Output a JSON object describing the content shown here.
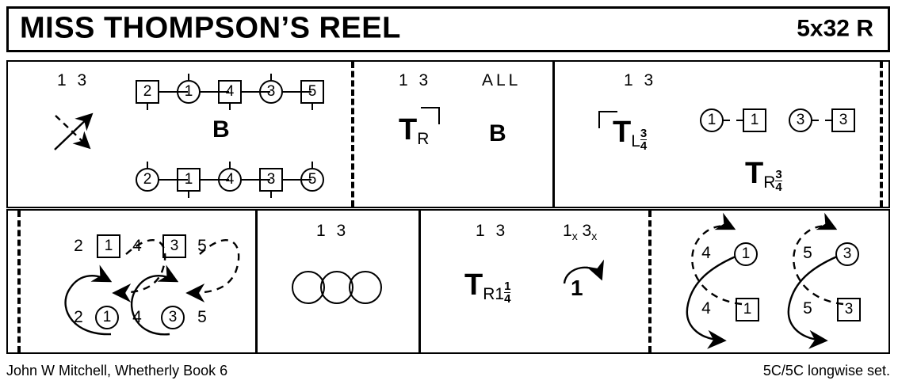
{
  "header": {
    "title": "MISS THOMPSON’S REEL",
    "meta": "5x32 R"
  },
  "footer": {
    "left": "John W Mitchell, Whetherly Book 6",
    "right": "5C/5C longwise set."
  },
  "bars": [
    {
      "id": "bar-1-1",
      "cue": "1 3",
      "symbols": [
        "cross-arrows",
        "B"
      ],
      "b_label": "B",
      "top_line": [
        {
          "shape": "square",
          "label": "2",
          "tick": "down"
        },
        {
          "shape": "circle",
          "label": "1",
          "tick": "up"
        },
        {
          "shape": "square",
          "label": "4",
          "tick": "down"
        },
        {
          "shape": "circle",
          "label": "3",
          "tick": "up"
        },
        {
          "shape": "square",
          "label": "5",
          "tick": "down"
        }
      ],
      "bottom_line": [
        {
          "shape": "circle",
          "label": "2",
          "tick": "up"
        },
        {
          "shape": "square",
          "label": "1",
          "tick": "down"
        },
        {
          "shape": "circle",
          "label": "4",
          "tick": "up"
        },
        {
          "shape": "square",
          "label": "3",
          "tick": "down"
        },
        {
          "shape": "circle",
          "label": "5",
          "tick": "up"
        }
      ]
    },
    {
      "id": "bar-1-2",
      "cue_left": "1 3",
      "cue_right": "ALL",
      "turn": {
        "t": "T",
        "sub": "R"
      },
      "b_label": "B"
    },
    {
      "id": "bar-1-3",
      "cue": "1 3",
      "turn_left": {
        "t": "T",
        "sub": "L",
        "frac_num": "3",
        "frac_den": "4"
      },
      "turn_right": {
        "t": "T",
        "sub": "R",
        "frac_num": "3",
        "frac_den": "4"
      },
      "dancers": [
        {
          "shape": "circle",
          "label": "1",
          "tick": "right"
        },
        {
          "shape": "square",
          "label": "1",
          "tick": "left"
        },
        {
          "shape": "circle",
          "label": "3",
          "tick": "right"
        },
        {
          "shape": "square",
          "label": "3",
          "tick": "left"
        }
      ]
    },
    {
      "id": "bar-2-1",
      "top_row": [
        {
          "shape": "plain",
          "label": "2"
        },
        {
          "shape": "square",
          "label": "1"
        },
        {
          "shape": "plain",
          "label": "4"
        },
        {
          "shape": "square",
          "label": "3"
        },
        {
          "shape": "plain",
          "label": "5"
        }
      ],
      "bottom_row": [
        {
          "shape": "plain",
          "label": "2"
        },
        {
          "shape": "circle",
          "label": "1"
        },
        {
          "shape": "plain",
          "label": "4"
        },
        {
          "shape": "circle",
          "label": "3"
        },
        {
          "shape": "plain",
          "label": "5"
        }
      ]
    },
    {
      "id": "bar-2-2",
      "cue": "1 3",
      "circles": 3
    },
    {
      "id": "bar-2-3",
      "cue_left": "1 3",
      "cue_right_a": "1",
      "cue_right_a_sub": "x",
      "cue_right_b": "3",
      "cue_right_b_sub": "x",
      "turn": {
        "t": "T",
        "sub": "R1",
        "frac_num": "1",
        "frac_den": "4"
      },
      "arc_label": "1"
    },
    {
      "id": "bar-2-4",
      "groups": [
        {
          "top_plain": "4",
          "top_dancer": {
            "shape": "circle",
            "label": "1"
          },
          "bottom_plain": "4",
          "bottom_dancer": {
            "shape": "square",
            "label": "1"
          }
        },
        {
          "top_plain": "5",
          "top_dancer": {
            "shape": "circle",
            "label": "3"
          },
          "bottom_plain": "5",
          "bottom_dancer": {
            "shape": "square",
            "label": "3"
          }
        }
      ]
    }
  ],
  "colors": {
    "ink": "#000000",
    "paper": "#ffffff"
  }
}
